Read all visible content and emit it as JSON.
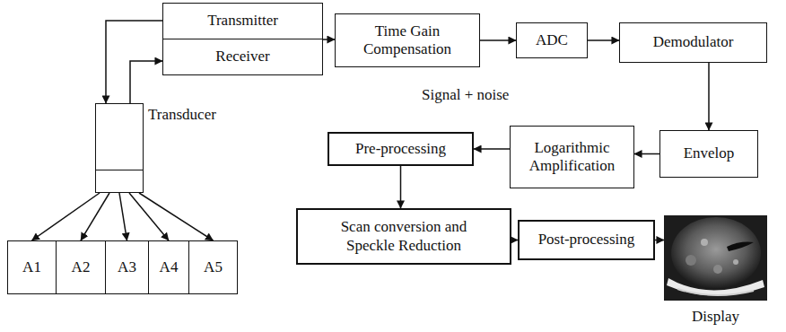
{
  "diagram": {
    "nodes": [
      {
        "text": [
          "Transmitter"
        ]
      },
      {
        "text": [
          "Receiver"
        ]
      },
      {
        "text": [
          "Transducer"
        ]
      },
      {
        "text": [
          "Time Gain Compensation"
        ]
      },
      {
        "text": [
          "ADC"
        ]
      },
      {
        "text": [
          "Demodulator"
        ]
      },
      {
        "text": [
          "Envelop"
        ]
      },
      {
        "text": [
          "Logarithmic Amplification"
        ]
      },
      {
        "text": [
          "Pre-processing"
        ]
      },
      {
        "text": [
          "Scan conversion and Speckle Reduction"
        ]
      },
      {
        "text": [
          "Post-processing"
        ]
      },
      {
        "text": [
          "Display"
        ]
      },
      {
        "text": [
          "A1"
        ]
      },
      {
        "text": [
          "A2"
        ]
      },
      {
        "text": [
          "A3"
        ]
      },
      {
        "text": [
          "A4"
        ]
      },
      {
        "text": [
          "A5"
        ]
      }
    ],
    "edges": [
      {
        "from": 0,
        "to": 2,
        "arrow": "to"
      },
      {
        "from": 2,
        "to": 1,
        "arrow": "to"
      },
      {
        "from": 1,
        "to": 3,
        "arrow": "to"
      },
      {
        "from": 3,
        "to": 4,
        "arrow": "to"
      },
      {
        "from": 4,
        "to": 5,
        "arrow": "to"
      },
      {
        "from": 5,
        "to": 6,
        "arrow": "to"
      },
      {
        "from": 6,
        "to": 7,
        "arrow": "to"
      },
      {
        "from": 7,
        "to": 8,
        "arrow": "to"
      },
      {
        "from": 8,
        "to": 9,
        "arrow": "to"
      },
      {
        "from": 9,
        "to": 10,
        "arrow": "to"
      },
      {
        "from": 10,
        "to": 11,
        "arrow": "to"
      },
      {
        "from": 2,
        "to": 12,
        "arrow": "to"
      },
      {
        "from": 2,
        "to": 13,
        "arrow": "to"
      },
      {
        "from": 2,
        "to": 14,
        "arrow": "to"
      },
      {
        "from": 2,
        "to": 15,
        "arrow": "to"
      },
      {
        "from": 2,
        "to": 16,
        "arrow": "to"
      }
    ],
    "labels": [
      "Signal + noise"
    ]
  }
}
